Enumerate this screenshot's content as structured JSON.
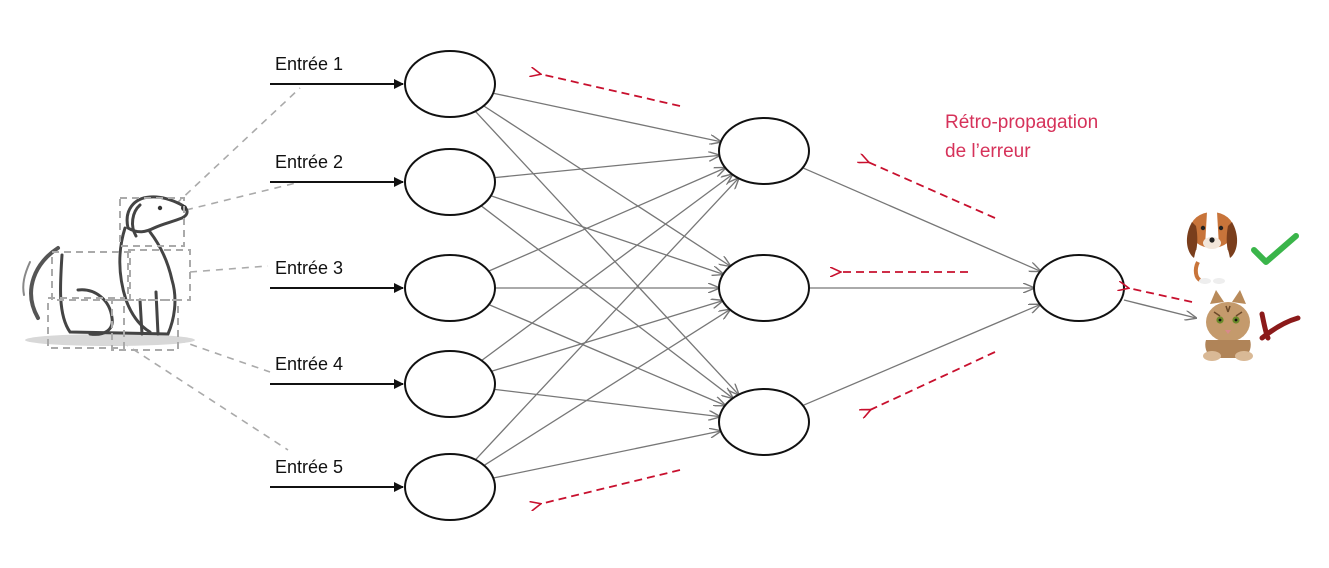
{
  "inputs": [
    {
      "label": "Entrée 1"
    },
    {
      "label": "Entrée 2"
    },
    {
      "label": "Entrée 3"
    },
    {
      "label": "Entrée 4"
    },
    {
      "label": "Entrée 5"
    }
  ],
  "layers": {
    "input_count": 5,
    "hidden_count": 3,
    "output_count": 1
  },
  "backprop_label": {
    "line1": "Rétro-propagation",
    "line2": "de l’erreur"
  },
  "outcomes": [
    {
      "animal": "dog",
      "icon": "check-icon",
      "result": "correct"
    },
    {
      "animal": "cat",
      "icon": "cross-icon",
      "result": "incorrect"
    }
  ],
  "colors": {
    "accent_red": "#d6325a",
    "dashed_red": "#c8102e",
    "connection_gray": "#777777",
    "node_stroke": "#111111",
    "check_green": "#3ab54a",
    "cross_red": "#8b1a1a",
    "sketch_gray": "#9a9a9a"
  }
}
